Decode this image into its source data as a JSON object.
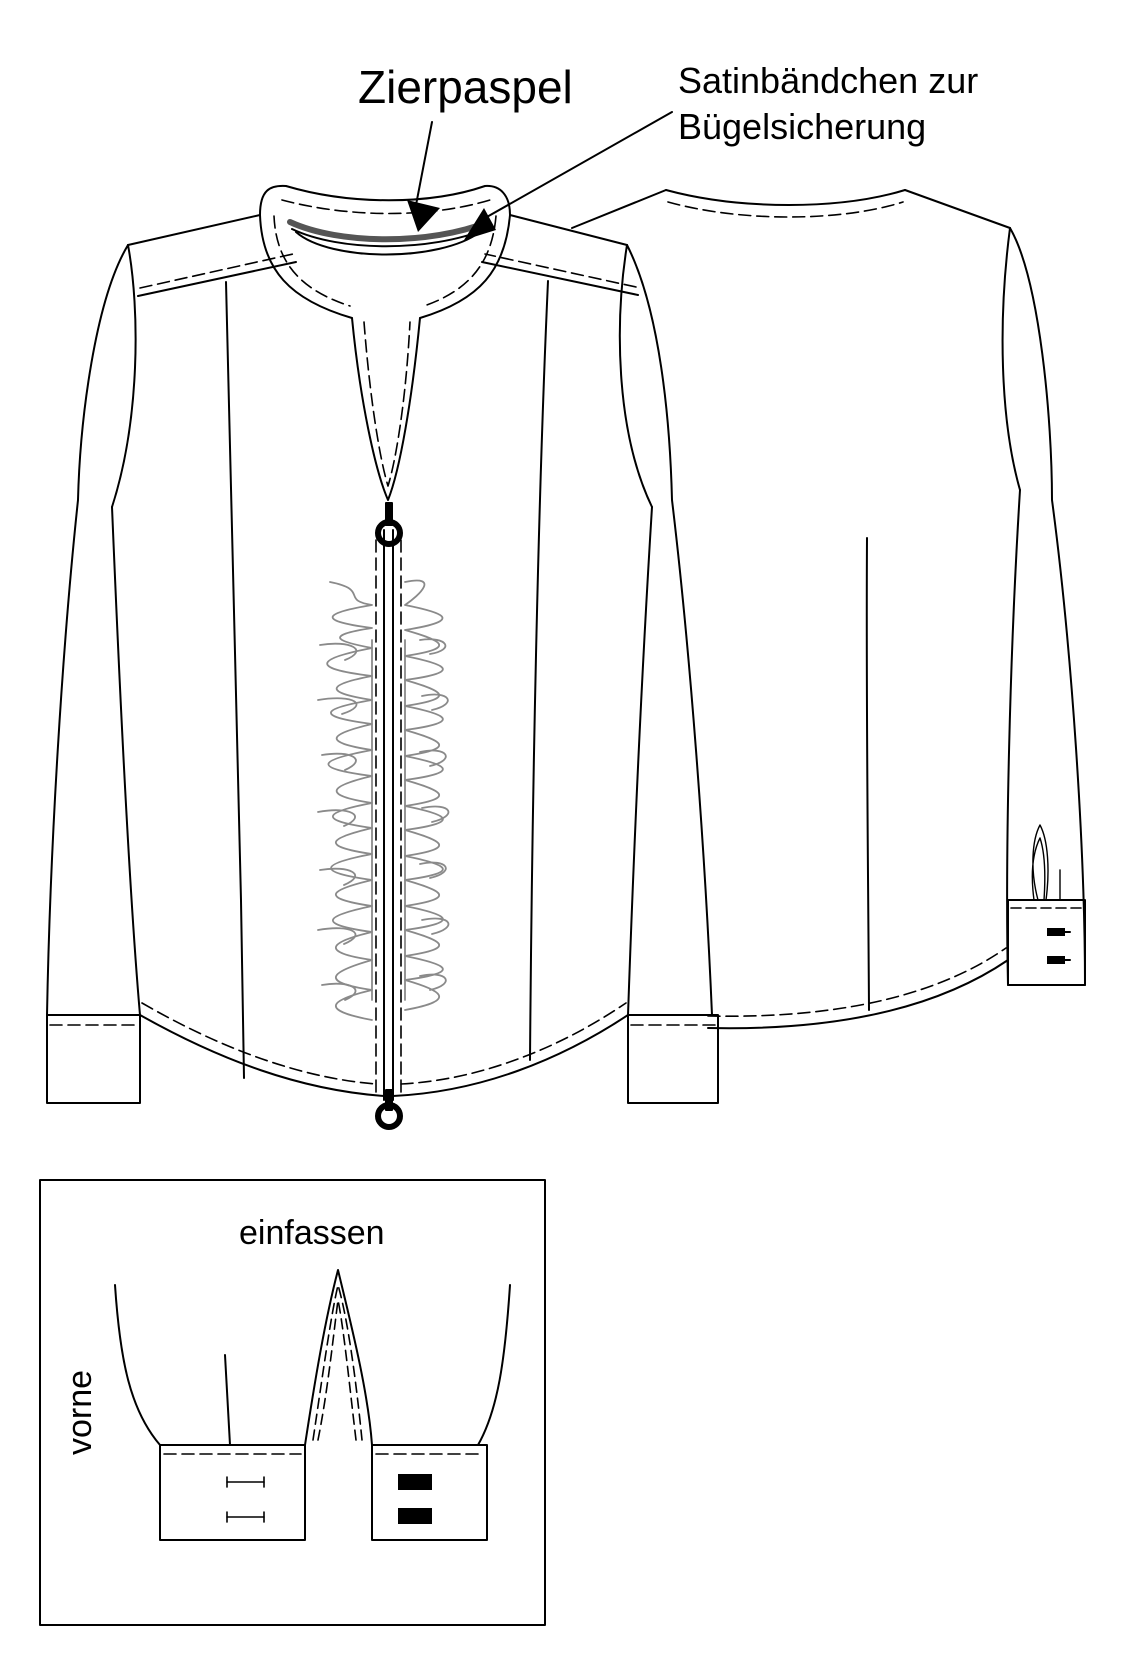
{
  "labels": {
    "zierpaspel": "Zierpaspel",
    "satin_line1": "Satinbändchen zur",
    "satin_line2": "Bügelsicherung",
    "einfassen": "einfassen",
    "vorne": "vorne"
  },
  "colors": {
    "line": "#000000",
    "ruffle": "#8a8a8a",
    "piping": "#555555",
    "background": "#ffffff"
  }
}
